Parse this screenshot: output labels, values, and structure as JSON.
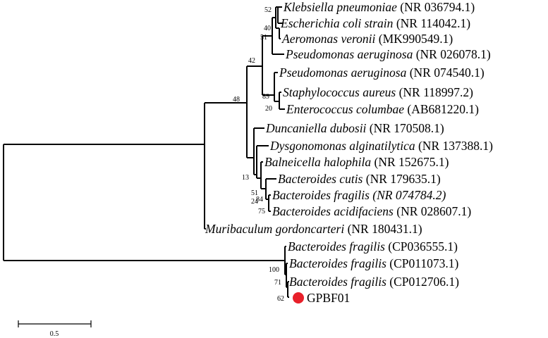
{
  "taxa": [
    {
      "id": "t1",
      "genus_species": "Klebsiella pneumoniae",
      "accession": "(NR 036794.1)"
    },
    {
      "id": "t2",
      "genus_species": "Escherichia coli strain",
      "accession": "(NR 114042.1)"
    },
    {
      "id": "t3",
      "genus_species": "Aeromonas veronii",
      "accession": "(MK990549.1)"
    },
    {
      "id": "t4",
      "genus_species": "Pseudomonas aeruginosa",
      "accession": "(NR 026078.1)"
    },
    {
      "id": "t5",
      "genus_species": "Pseudomonas aeruginosa",
      "accession": "(NR 074540.1)"
    },
    {
      "id": "t6",
      "genus_species": "Staphylococcus aureus",
      "accession": "(NR 118997.2)"
    },
    {
      "id": "t7",
      "genus_species": "Enterococcus columbae",
      "accession": "(AB681220.1)"
    },
    {
      "id": "t8",
      "genus_species": "Duncaniella dubosii",
      "accession": "(NR 170508.1)"
    },
    {
      "id": "t9",
      "genus_species": "Dysgonomonas alginatilytica",
      "accession": "(NR 137388.1)"
    },
    {
      "id": "t10",
      "genus_species": "Balneicella halophila",
      "accession": "(NR 152675.1)"
    },
    {
      "id": "t11",
      "genus_species": "Bacteroides cutis",
      "accession": "(NR 179635.1)"
    },
    {
      "id": "t12",
      "genus_species": "Bacteroides fragilis",
      "accession": "(NR 074784.2)"
    },
    {
      "id": "t13",
      "genus_species": "Bacteroides acidifaciens",
      "accession": "(NR 028607.1)"
    },
    {
      "id": "t14",
      "genus_species": "Muribaculum gordoncarteri",
      "accession": "(NR 180431.1)"
    },
    {
      "id": "t15",
      "genus_species": "Bacteroides fragilis",
      "accession": "(CP036555.1)"
    },
    {
      "id": "t16",
      "genus_species": "Bacteroides fragilis",
      "accession": "(CP011073.1)"
    },
    {
      "id": "t17",
      "genus_species": "Bacteroides fragilis",
      "accession": "(CP012706.1)"
    },
    {
      "id": "t18",
      "genus_species": "GPBF01",
      "accession": ""
    }
  ],
  "bootstrap": {
    "b52": "52",
    "b40": "40",
    "b51a": "51",
    "b42": "42",
    "b89": "89",
    "b20": "20",
    "b48": "48",
    "b13": "13",
    "b51b": "51",
    "b24": "24",
    "b84": "84",
    "b75": "75",
    "b100": "100",
    "b71": "71",
    "b62": "62"
  },
  "scale_bar": {
    "label": "0.5"
  },
  "highlight": {
    "color": "#e8202a",
    "taxon": "GPBF01"
  }
}
